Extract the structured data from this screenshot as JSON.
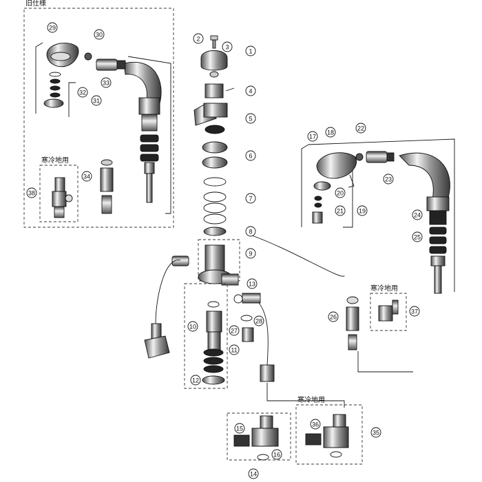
{
  "diagram": {
    "header_label": "旧仕様",
    "cold_region_label": "寒冷地用",
    "callouts": [
      "1",
      "2",
      "3",
      "4",
      "5",
      "6",
      "7",
      "8",
      "9",
      "10",
      "11",
      "12",
      "13",
      "14",
      "15",
      "16",
      "17",
      "18",
      "19",
      "20",
      "21",
      "22",
      "23",
      "24",
      "25",
      "26",
      "27",
      "28",
      "29",
      "30",
      "31",
      "32",
      "33",
      "34",
      "35",
      "36",
      "37",
      "38"
    ]
  }
}
